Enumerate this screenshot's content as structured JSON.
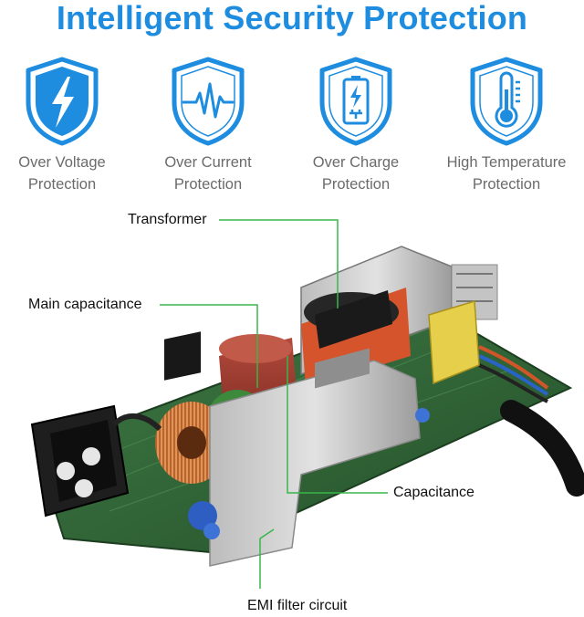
{
  "title": "Intelligent Security Protection",
  "features": [
    {
      "icon": "lightning-bolt-icon",
      "line1": "Over Voltage",
      "line2": "Protection"
    },
    {
      "icon": "pulse-wave-icon",
      "line1": "Over Current",
      "line2": "Protection"
    },
    {
      "icon": "battery-charge-icon",
      "line1": "Over Charge",
      "line2": "Protection"
    },
    {
      "icon": "thermometer-icon",
      "line1": "High Temperature",
      "line2": "Protection"
    }
  ],
  "callouts": {
    "transformer": "Transformer",
    "main_capacitance": "Main capacitance",
    "capacitance": "Capacitance",
    "emi_filter": "EMI filter circuit"
  },
  "colors": {
    "accent": "#1e8de0",
    "label_gray": "#6b6b6b",
    "leader_green": "#39b54a"
  }
}
